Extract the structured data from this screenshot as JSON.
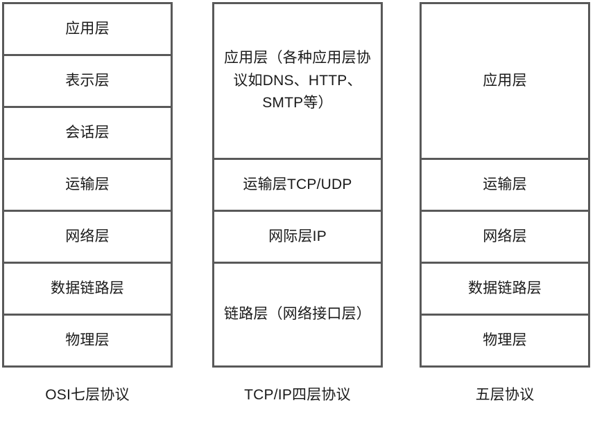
{
  "diagram": {
    "title_text": "",
    "border_color": "#595959",
    "text_color": "#1a1a1a",
    "background_color": "#ffffff",
    "columns": [
      {
        "id": "osi",
        "caption": "OSI七层协议",
        "layers": [
          {
            "label": "应用层"
          },
          {
            "label": "表示层"
          },
          {
            "label": "会话层"
          },
          {
            "label": "运输层"
          },
          {
            "label": "网络层"
          },
          {
            "label": "数据链路层"
          },
          {
            "label": "物理层"
          }
        ]
      },
      {
        "id": "tcpip",
        "caption": "TCP/IP四层协议",
        "layers": [
          {
            "label": "应用层（各种应用层协议如DNS、HTTP、SMTP等）"
          },
          {
            "label": "运输层TCP/UDP"
          },
          {
            "label": "网际层IP"
          },
          {
            "label": "链路层（网络接口层）"
          }
        ]
      },
      {
        "id": "five",
        "caption": "五层协议",
        "layers": [
          {
            "label": "应用层"
          },
          {
            "label": "运输层"
          },
          {
            "label": "网络层"
          },
          {
            "label": "数据链路层"
          },
          {
            "label": "物理层"
          }
        ]
      }
    ]
  }
}
